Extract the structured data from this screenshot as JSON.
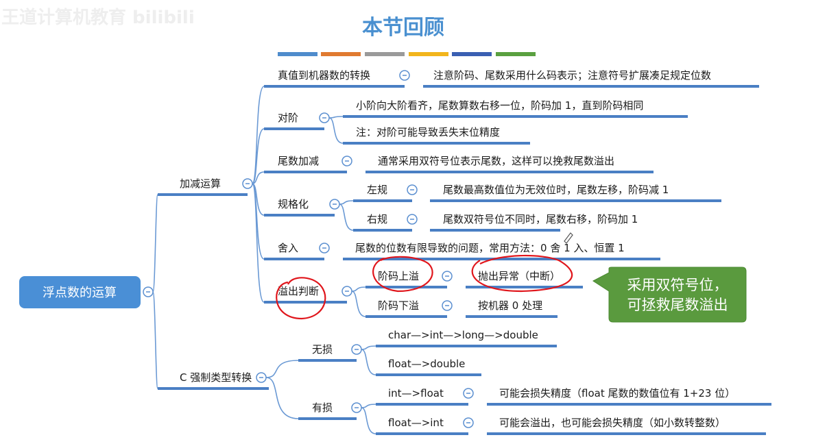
{
  "watermark": "王道计算机教育 bilibili",
  "title": "本节回顾",
  "colors": {
    "accent": "#4a8fd6",
    "line": "#4a7fc4",
    "callout": "#5a9a3e",
    "annotation": "#e0161c",
    "bars": [
      "#4f8ccc",
      "#e07a30",
      "#9a9a9a",
      "#f2b51c",
      "#3a5fb2",
      "#5aa040"
    ]
  },
  "root": "浮点数的运算",
  "addsub": {
    "label": "加减运算",
    "convert": {
      "label": "真值到机器数的转换",
      "note": "注意阶码、尾数采用什么码表示；注意符号扩展凑足规定位数"
    },
    "align": {
      "label": "对阶",
      "items": [
        "小阶向大阶看齐，尾数算数右移一位，阶码加 1，直到阶码相同",
        "注：对阶可能导致丢失末位精度"
      ]
    },
    "mantissa": {
      "label": "尾数加减",
      "note": "通常采用双符号位表示尾数，这样可以挽救尾数溢出"
    },
    "normalize": {
      "label": "规格化",
      "left": {
        "label": "左规",
        "note": "尾数最高数值位为无效位时，尾数左移，阶码减 1"
      },
      "right": {
        "label": "右规",
        "note": "尾数双符号位不同时，尾数右移，阶码加 1"
      }
    },
    "round": {
      "label": "舍入",
      "note": "尾数的位数有限导致的问题，常用方法：0 舍 1 入、恒置 1"
    },
    "overflow": {
      "label": "溢出判断",
      "up": {
        "label": "阶码上溢",
        "note": "抛出异常（中断）"
      },
      "down": {
        "label": "阶码下溢",
        "note": "按机器 0 处理"
      }
    }
  },
  "cast": {
    "label": "C 强制类型转换",
    "lossless": {
      "label": "无损",
      "items": [
        "char—>int—>long—>double",
        "float—>double"
      ]
    },
    "lossy": {
      "label": "有损",
      "items": [
        {
          "label": "int—>float",
          "note": "可能会损失精度（float 尾数的数值位有 1+23 位）"
        },
        {
          "label": "float—>int",
          "note": "可能会溢出，也可能会损失精度（如小数转整数）"
        }
      ]
    }
  },
  "callout": {
    "line1": "采用双符号位，",
    "line2": "可拯救尾数溢出"
  }
}
